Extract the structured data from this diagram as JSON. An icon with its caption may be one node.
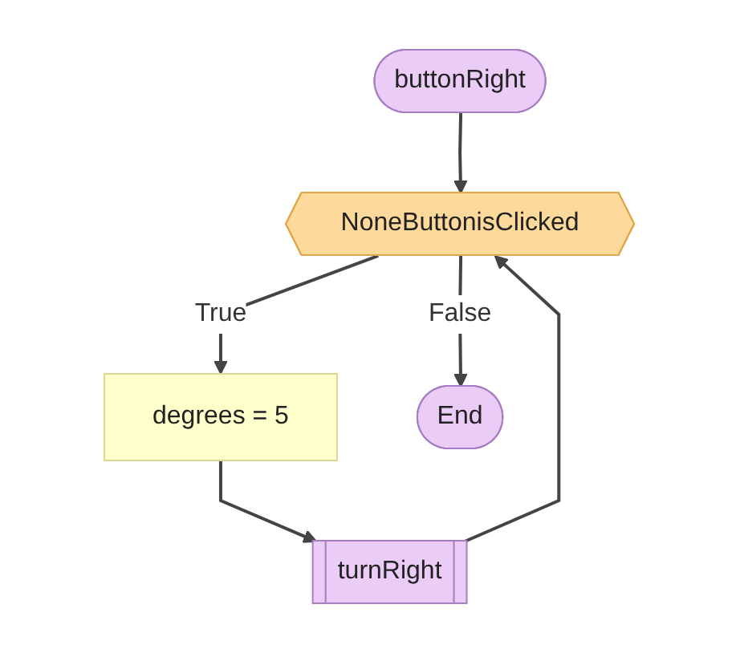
{
  "diagram": {
    "nodes": [
      {
        "text": [
          "buttonRight"
        ]
      },
      {
        "text": [
          "NoneButtonisClicked"
        ]
      },
      {
        "text": [
          "degrees = 5"
        ]
      },
      {
        "text": [
          "turnRight"
        ]
      },
      {
        "text": [
          "End"
        ]
      }
    ],
    "edges": [
      {
        "from": 0,
        "to": 1,
        "arrow": "to"
      },
      {
        "from": 1,
        "to": 2,
        "arrow": "to",
        "label": "True"
      },
      {
        "from": 2,
        "to": 3,
        "arrow": "to"
      },
      {
        "from": 3,
        "to": 1,
        "arrow": "to"
      },
      {
        "from": 1,
        "to": 4,
        "arrow": "to",
        "label": "False"
      }
    ]
  }
}
